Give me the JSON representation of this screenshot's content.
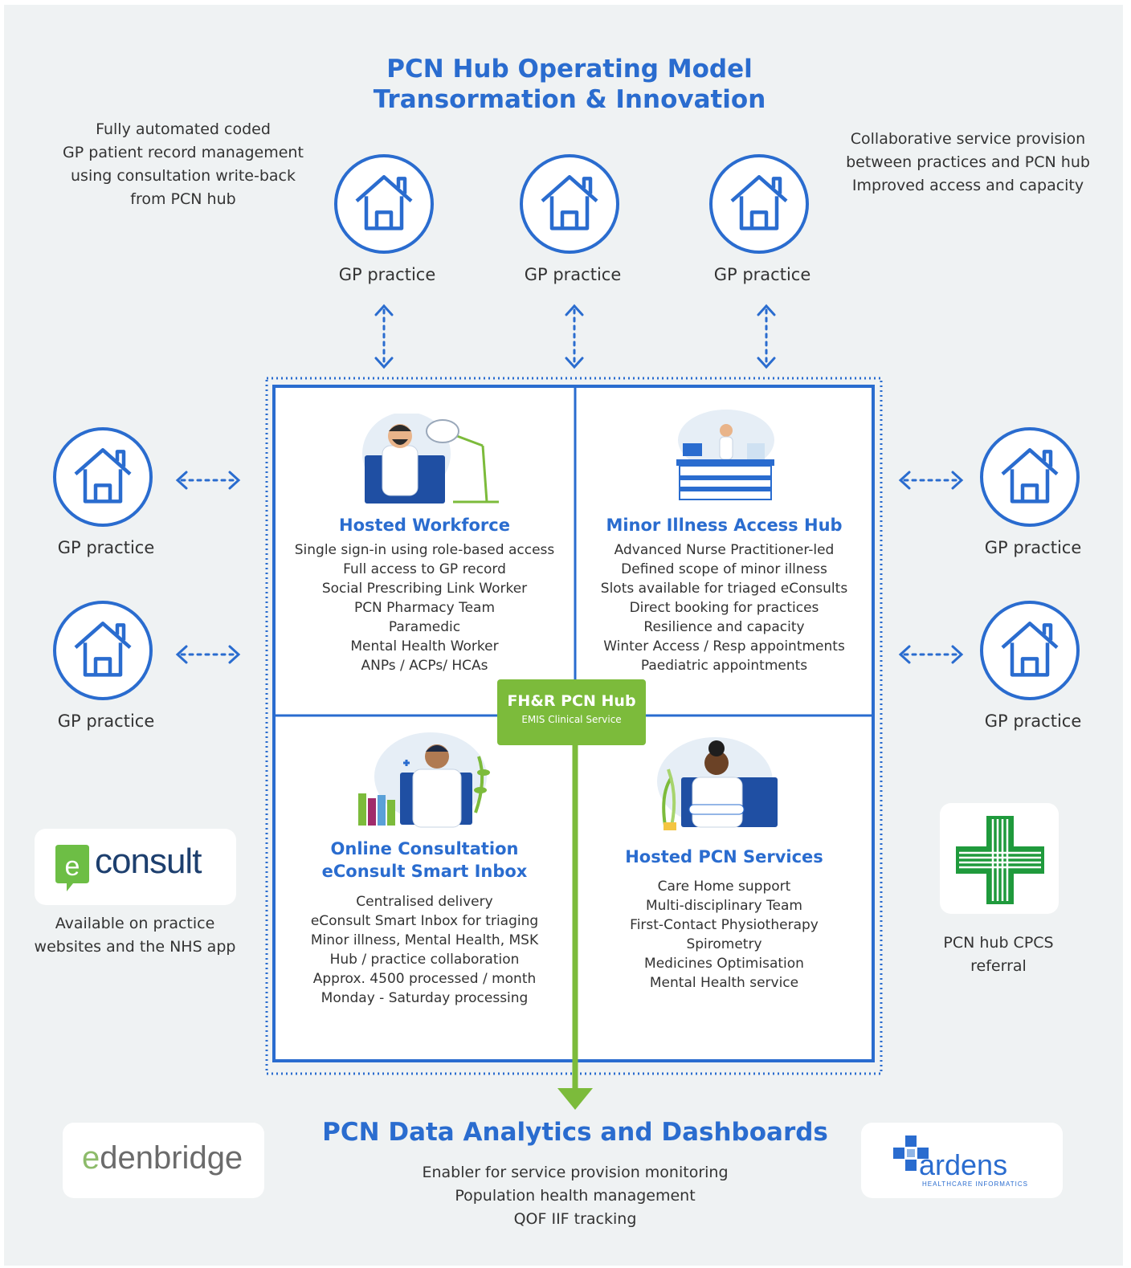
{
  "header": {
    "title_line1": "PCN Hub Operating Model",
    "title_line2": "Transormation & Innovation"
  },
  "notes": {
    "top_left": [
      "Fully automated coded",
      "GP patient record management",
      "using consultation write-back",
      "from PCN hub"
    ],
    "top_right": [
      "Collaborative service provision",
      "between practices and PCN hub",
      "Improved access and capacity"
    ]
  },
  "gp_label": "GP practice",
  "quadrants": {
    "hosted_workforce": {
      "title": "Hosted Workforce",
      "items": [
        "Single sign-in using role-based access",
        "Full access to GP record",
        "Social Prescribing Link Worker",
        "PCN Pharmacy Team",
        "Paramedic",
        "Mental Health Worker",
        "ANPs / ACPs/ HCAs"
      ]
    },
    "minor_illness": {
      "title": "Minor Illness Access Hub",
      "items": [
        "Advanced Nurse Practitioner-led",
        "Defined scope of minor illness",
        "Slots available for triaged eConsults",
        "Direct booking for practices",
        "Resilience and capacity",
        "Winter Access / Resp appointments",
        "Paediatric appointments"
      ]
    },
    "online_consultation": {
      "title_line1": "Online Consultation",
      "title_line2": "eConsult Smart Inbox",
      "items": [
        "Centralised delivery",
        "eConsult Smart Inbox for triaging",
        "Minor illness, Mental Health, MSK",
        "Hub / practice collaboration",
        "Approx. 4500 processed / month",
        "Monday - Saturday processing"
      ]
    },
    "hosted_pcn": {
      "title": "Hosted PCN Services",
      "items": [
        "Care Home support",
        "Multi-disciplinary Team",
        "First-Contact Physiotherapy",
        "Spirometry",
        "Medicines Optimisation",
        "Mental Health service"
      ]
    }
  },
  "hub": {
    "title": "FH&R PCN Hub",
    "subtitle": "EMIS Clinical Service"
  },
  "econsult": {
    "logo_e": "e",
    "logo_text": "consult",
    "caption": [
      "Available on practice",
      "websites and the NHS app"
    ]
  },
  "pharmacy": {
    "caption": [
      "PCN hub CPCS",
      "referral"
    ]
  },
  "analytics": {
    "title": "PCN Data Analytics and Dashboards",
    "items": [
      "Enabler for service provision monitoring",
      "Population health management",
      "QOF IIF tracking"
    ]
  },
  "edenbridge": {
    "logo_e": "e",
    "logo_text": "denbridge"
  },
  "ardens": {
    "logo_text": "ardens",
    "logo_sub": "HEALTHCARE INFORMATICS"
  },
  "colors": {
    "blue": "#2a6ccf",
    "green": "#7cbb3b",
    "background": "#eff2f3",
    "pharmacy_green": "#1f9a3c",
    "econsult_green": "#6dbe45",
    "econsult_navy": "#1d3f6e"
  }
}
